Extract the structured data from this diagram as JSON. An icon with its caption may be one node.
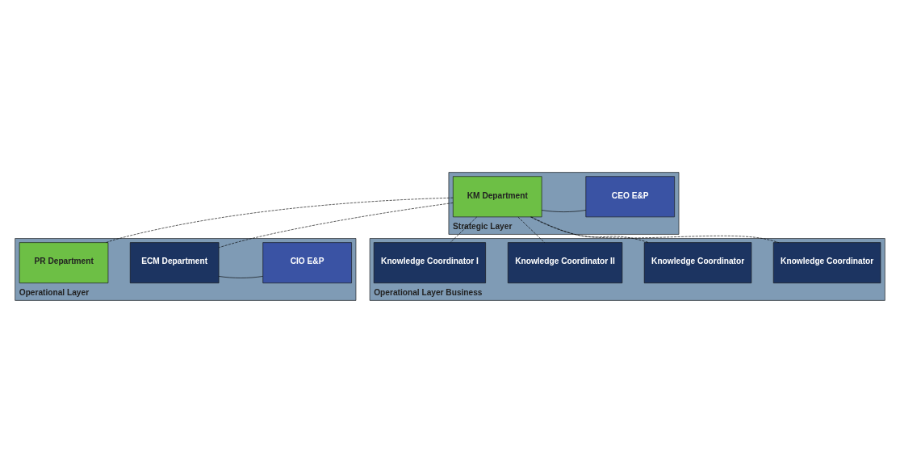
{
  "diagram": {
    "nodes": [
      {
        "text": [
          "Strategic Layer"
        ]
      },
      {
        "text": [
          "KM Department"
        ],
        "in": 0
      },
      {
        "text": [
          "CEO E&P"
        ],
        "in": 0
      },
      {
        "text": [
          "Operational Layer"
        ]
      },
      {
        "text": [
          "PR Department"
        ],
        "in": 3
      },
      {
        "text": [
          "ECM Department"
        ],
        "in": 3
      },
      {
        "text": [
          "CIO E&P"
        ],
        "in": 3
      },
      {
        "text": [
          "Operational Layer Business"
        ]
      },
      {
        "text": [
          "Knowledge Coordinator I"
        ],
        "in": 7
      },
      {
        "text": [
          "Knowledge Coordinator II"
        ],
        "in": 7
      },
      {
        "text": [
          "Knowledge Coordinator"
        ],
        "in": 7
      },
      {
        "text": [
          "Knowledge Coordinator"
        ],
        "in": 7
      }
    ],
    "edges": [
      {
        "from": 1,
        "to": 2,
        "arrow": "none"
      },
      {
        "from": 1,
        "to": 5,
        "arrow": "none",
        "style": "dashed"
      },
      {
        "from": 5,
        "to": 6,
        "arrow": "none"
      },
      {
        "from": 1,
        "to": 4,
        "arrow": "none",
        "style": "dashed"
      },
      {
        "from": 1,
        "to": 8,
        "arrow": "none",
        "style": "dashed"
      },
      {
        "from": 1,
        "to": 9,
        "arrow": "none",
        "style": "dashed"
      },
      {
        "from": 1,
        "to": 10,
        "arrow": "none",
        "style": "dashed"
      },
      {
        "from": 1,
        "to": 11,
        "arrow": "none",
        "style": "dashed"
      }
    ]
  }
}
